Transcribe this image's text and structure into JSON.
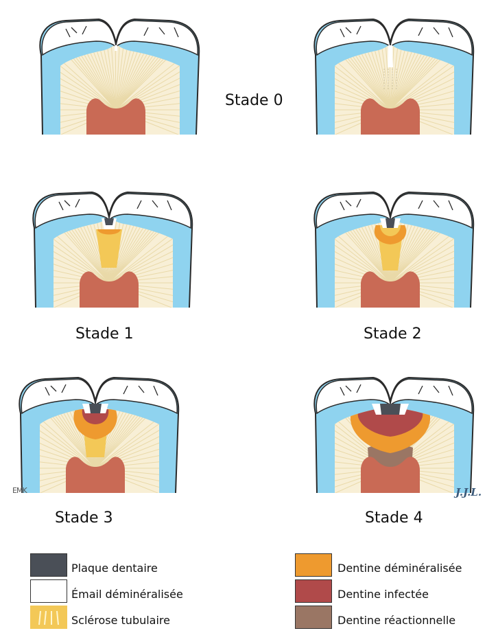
{
  "colors": {
    "enamel": "#8fd3ef",
    "dentin": "#f8efd6",
    "tubule": "#e9d9a8",
    "pulp": "#c96a55",
    "plaque": "#4a4f57",
    "sclerosis": "#f3c857",
    "demineralized": "#ee9a2f",
    "infected": "#b04a4a",
    "reactional": "#9a7664",
    "outline": "#2a2a2a"
  },
  "stages": [
    {
      "id": "stade-0",
      "label": "Stade 0"
    },
    {
      "id": "stade-1",
      "label": "Stade 1"
    },
    {
      "id": "stade-2",
      "label": "Stade 2"
    },
    {
      "id": "stade-3",
      "label": "Stade 3"
    },
    {
      "id": "stade-4",
      "label": "Stade 4"
    }
  ],
  "legend": [
    {
      "key": "plaque",
      "label": "Plaque dentaire"
    },
    {
      "key": "email",
      "label": "Émail déminéralisée"
    },
    {
      "key": "sclerose",
      "label": "Sclérose tubulaire"
    },
    {
      "key": "dentine_demin",
      "label": "Dentine déminéralisée"
    },
    {
      "key": "dentine_inf",
      "label": "Dentine infectée"
    },
    {
      "key": "dentine_reac",
      "label": "Dentine réactionnelle"
    }
  ],
  "signature": "J.J.L.",
  "initials": "EMK"
}
